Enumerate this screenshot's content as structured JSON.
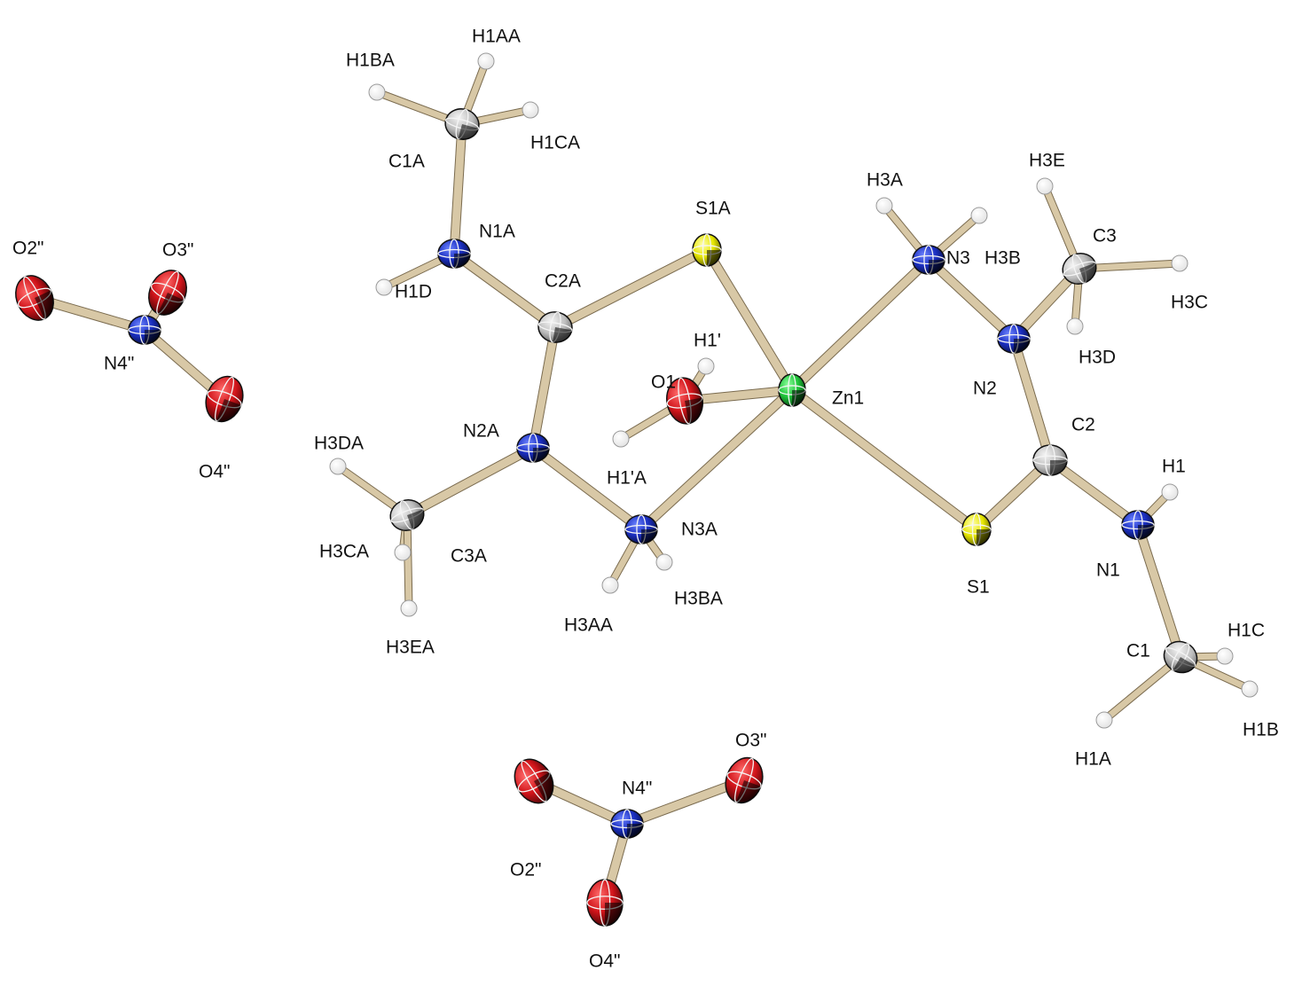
{
  "colors": {
    "bond": "#d8c8a6",
    "bond_edge": "#7a6b4f",
    "hydrogen": "#ffffff",
    "carbon": "#c9c9c9",
    "nitrogen": "#1b2fc0",
    "oxygen": "#d0141a",
    "sulfur": "#eded00",
    "zinc": "#1fc43a"
  },
  "atoms": [
    {
      "id": "Zn1",
      "label": "Zn1",
      "element": "zinc"
    },
    {
      "id": "S1A",
      "label": "S1A",
      "element": "sulfur"
    },
    {
      "id": "S1",
      "label": "S1",
      "element": "sulfur"
    },
    {
      "id": "O1",
      "label": "O1",
      "element": "oxygen"
    },
    {
      "id": "N3",
      "label": "N3",
      "element": "nitrogen"
    },
    {
      "id": "N3A",
      "label": "N3A",
      "element": "nitrogen"
    },
    {
      "id": "N2",
      "label": "N2",
      "element": "nitrogen"
    },
    {
      "id": "N2A",
      "label": "N2A",
      "element": "nitrogen"
    },
    {
      "id": "N1",
      "label": "N1",
      "element": "nitrogen"
    },
    {
      "id": "N1A",
      "label": "N1A",
      "element": "nitrogen"
    },
    {
      "id": "C1",
      "label": "C1",
      "element": "carbon"
    },
    {
      "id": "C2",
      "label": "C2",
      "element": "carbon"
    },
    {
      "id": "C3",
      "label": "C3",
      "element": "carbon"
    },
    {
      "id": "C1A",
      "label": "C1A",
      "element": "carbon"
    },
    {
      "id": "C2A",
      "label": "C2A",
      "element": "carbon"
    },
    {
      "id": "C3A",
      "label": "C3A",
      "element": "carbon"
    },
    {
      "id": "H1'",
      "label": "H1'",
      "element": "hydrogen"
    },
    {
      "id": "H1'A",
      "label": "H1'A",
      "element": "hydrogen"
    },
    {
      "id": "H3A",
      "label": "H3A",
      "element": "hydrogen"
    },
    {
      "id": "H3B",
      "label": "H3B",
      "element": "hydrogen"
    },
    {
      "id": "H3C",
      "label": "H3C",
      "element": "hydrogen"
    },
    {
      "id": "H3D",
      "label": "H3D",
      "element": "hydrogen"
    },
    {
      "id": "H3E",
      "label": "H3E",
      "element": "hydrogen"
    },
    {
      "id": "H1",
      "label": "H1",
      "element": "hydrogen"
    },
    {
      "id": "H1A",
      "label": "H1A",
      "element": "hydrogen"
    },
    {
      "id": "H1B",
      "label": "H1B",
      "element": "hydrogen"
    },
    {
      "id": "H1C",
      "label": "H1C",
      "element": "hydrogen"
    },
    {
      "id": "H1AA",
      "label": "H1AA",
      "element": "hydrogen"
    },
    {
      "id": "H1BA",
      "label": "H1BA",
      "element": "hydrogen"
    },
    {
      "id": "H1CA",
      "label": "H1CA",
      "element": "hydrogen"
    },
    {
      "id": "H1D",
      "label": "H1D",
      "element": "hydrogen"
    },
    {
      "id": "H3AA",
      "label": "H3AA",
      "element": "hydrogen"
    },
    {
      "id": "H3BA",
      "label": "H3BA",
      "element": "hydrogen"
    },
    {
      "id": "H3CA",
      "label": "H3CA",
      "element": "hydrogen"
    },
    {
      "id": "H3DA",
      "label": "H3DA",
      "element": "hydrogen"
    },
    {
      "id": "H3EA",
      "label": "H3EA",
      "element": "hydrogen"
    },
    {
      "id": "N4a",
      "label": "N4\"",
      "element": "nitrogen"
    },
    {
      "id": "O2a",
      "label": "O2\"",
      "element": "oxygen"
    },
    {
      "id": "O3a",
      "label": "O3\"",
      "element": "oxygen"
    },
    {
      "id": "O4a",
      "label": "O4\"",
      "element": "oxygen"
    },
    {
      "id": "N4b",
      "label": "N4\"",
      "element": "nitrogen"
    },
    {
      "id": "O2b",
      "label": "O2\"",
      "element": "oxygen"
    },
    {
      "id": "O3b",
      "label": "O3\"",
      "element": "oxygen"
    },
    {
      "id": "O4b",
      "label": "O4\"",
      "element": "oxygen"
    }
  ],
  "bonds": [
    [
      "Zn1",
      "S1A"
    ],
    [
      "Zn1",
      "S1"
    ],
    [
      "Zn1",
      "O1"
    ],
    [
      "Zn1",
      "N3"
    ],
    [
      "Zn1",
      "N3A"
    ],
    [
      "S1A",
      "C2A"
    ],
    [
      "C2A",
      "N1A"
    ],
    [
      "C2A",
      "N2A"
    ],
    [
      "N1A",
      "C1A"
    ],
    [
      "N1A",
      "H1D"
    ],
    [
      "C1A",
      "H1AA"
    ],
    [
      "C1A",
      "H1BA"
    ],
    [
      "C1A",
      "H1CA"
    ],
    [
      "N2A",
      "N3A"
    ],
    [
      "N2A",
      "C3A"
    ],
    [
      "C3A",
      "H3DA"
    ],
    [
      "C3A",
      "H3CA"
    ],
    [
      "C3A",
      "H3EA"
    ],
    [
      "N3A",
      "H3AA"
    ],
    [
      "N3A",
      "H3BA"
    ],
    [
      "O1",
      "H1'"
    ],
    [
      "O1",
      "H1'A"
    ],
    [
      "N3",
      "H3A"
    ],
    [
      "N3",
      "H3B"
    ],
    [
      "N3",
      "N2"
    ],
    [
      "N2",
      "C3"
    ],
    [
      "N2",
      "C2"
    ],
    [
      "C3",
      "H3C"
    ],
    [
      "C3",
      "H3D"
    ],
    [
      "C3",
      "H3E"
    ],
    [
      "C2",
      "S1"
    ],
    [
      "C2",
      "N1"
    ],
    [
      "N1",
      "H1"
    ],
    [
      "N1",
      "C1"
    ],
    [
      "C1",
      "H1A"
    ],
    [
      "C1",
      "H1B"
    ],
    [
      "C1",
      "H1C"
    ],
    [
      "N4a",
      "O2a"
    ],
    [
      "N4a",
      "O3a"
    ],
    [
      "N4a",
      "O4a"
    ],
    [
      "N4b",
      "O2b"
    ],
    [
      "N4b",
      "O3b"
    ],
    [
      "N4b",
      "O4b"
    ]
  ]
}
